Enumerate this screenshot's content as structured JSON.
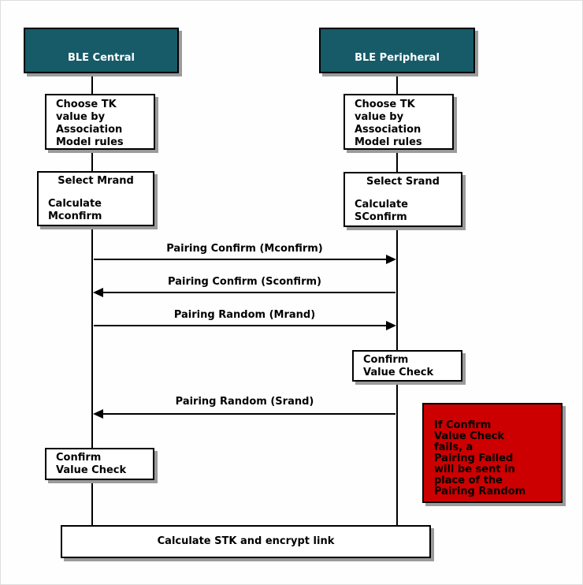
{
  "actors": {
    "central": "BLE Central",
    "peripheral": "BLE Peripheral"
  },
  "boxes": {
    "choose_tk_central": {
      "lines": [
        "Choose TK",
        "value by",
        "Association",
        "Model rules"
      ]
    },
    "choose_tk_peripheral": {
      "lines": [
        "Choose TK",
        "value by",
        "Association",
        "Model rules"
      ]
    },
    "select_mrand": {
      "title": "Select Mrand",
      "lines": [
        "Calculate",
        "Mconfirm"
      ]
    },
    "select_srand": {
      "title": "Select Srand",
      "lines": [
        "Calculate",
        "SConfirm"
      ]
    },
    "confirm_value_check_peripheral": {
      "lines": [
        "Confirm",
        "Value Check"
      ]
    },
    "confirm_value_check_central": {
      "lines": [
        "Confirm",
        "Value Check"
      ]
    },
    "calculate_stk": {
      "label": "Calculate STK and encrypt link"
    }
  },
  "messages": [
    {
      "label": "Pairing Confirm (Mconfirm)",
      "direction": "right",
      "from": "central",
      "to": "peripheral"
    },
    {
      "label": "Pairing Confirm (Sconfirm)",
      "direction": "left",
      "from": "peripheral",
      "to": "central"
    },
    {
      "label": "Pairing Random (Mrand)",
      "direction": "right",
      "from": "central",
      "to": "peripheral"
    },
    {
      "label": "Pairing Random (Srand)",
      "direction": "left",
      "from": "peripheral",
      "to": "central"
    }
  ],
  "note": {
    "lines": [
      "If Confirm",
      "Value Check",
      "fails, a",
      "Pairing Failed",
      "will be sent in",
      "place of the",
      "Pairing Random"
    ]
  },
  "colors": {
    "actor_bg": "#175a68",
    "actor_text": "#ffffff",
    "note_bg": "#cc0000",
    "box_bg": "#ffffff",
    "line": "#000000",
    "shadow": "#9b9b9b"
  }
}
